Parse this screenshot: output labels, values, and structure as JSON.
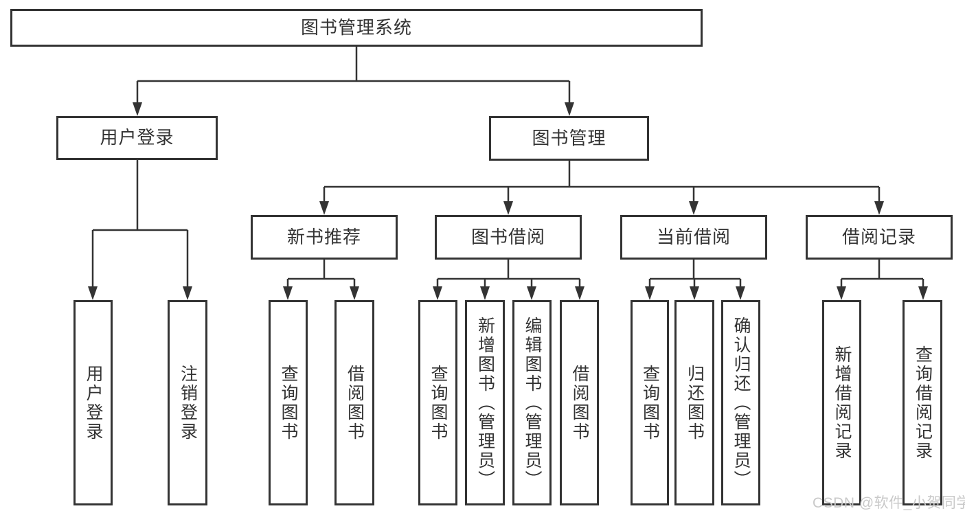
{
  "diagram_type": "hierarchy-chart",
  "colors": {
    "line": "#333333",
    "text": "#333333",
    "background": "#ffffff",
    "watermark_text": "#c9c9c9"
  },
  "tree": {
    "root": {
      "label": "图书管理系统"
    },
    "branches": [
      {
        "label": "用户登录",
        "children": [
          {
            "label": "用户登录"
          },
          {
            "label": "注销登录"
          }
        ]
      },
      {
        "label": "图书管理",
        "children": [
          {
            "label": "新书推荐",
            "children": [
              {
                "label": "查询图书"
              },
              {
                "label": "借阅图书"
              }
            ]
          },
          {
            "label": "图书借阅",
            "children": [
              {
                "label": "查询图书"
              },
              {
                "label": "新增图书（管理员）"
              },
              {
                "label": "编辑图书（管理员）"
              },
              {
                "label": "借阅图书"
              }
            ]
          },
          {
            "label": "当前借阅",
            "children": [
              {
                "label": "查询图书"
              },
              {
                "label": "归还图书"
              },
              {
                "label": "确认归还（管理员）"
              }
            ]
          },
          {
            "label": "借阅记录",
            "children": [
              {
                "label": "新增借阅记录"
              },
              {
                "label": "查询借阅记录"
              }
            ]
          }
        ]
      }
    ]
  },
  "watermark": {
    "text": "CSDN @软件_小贺同学"
  }
}
